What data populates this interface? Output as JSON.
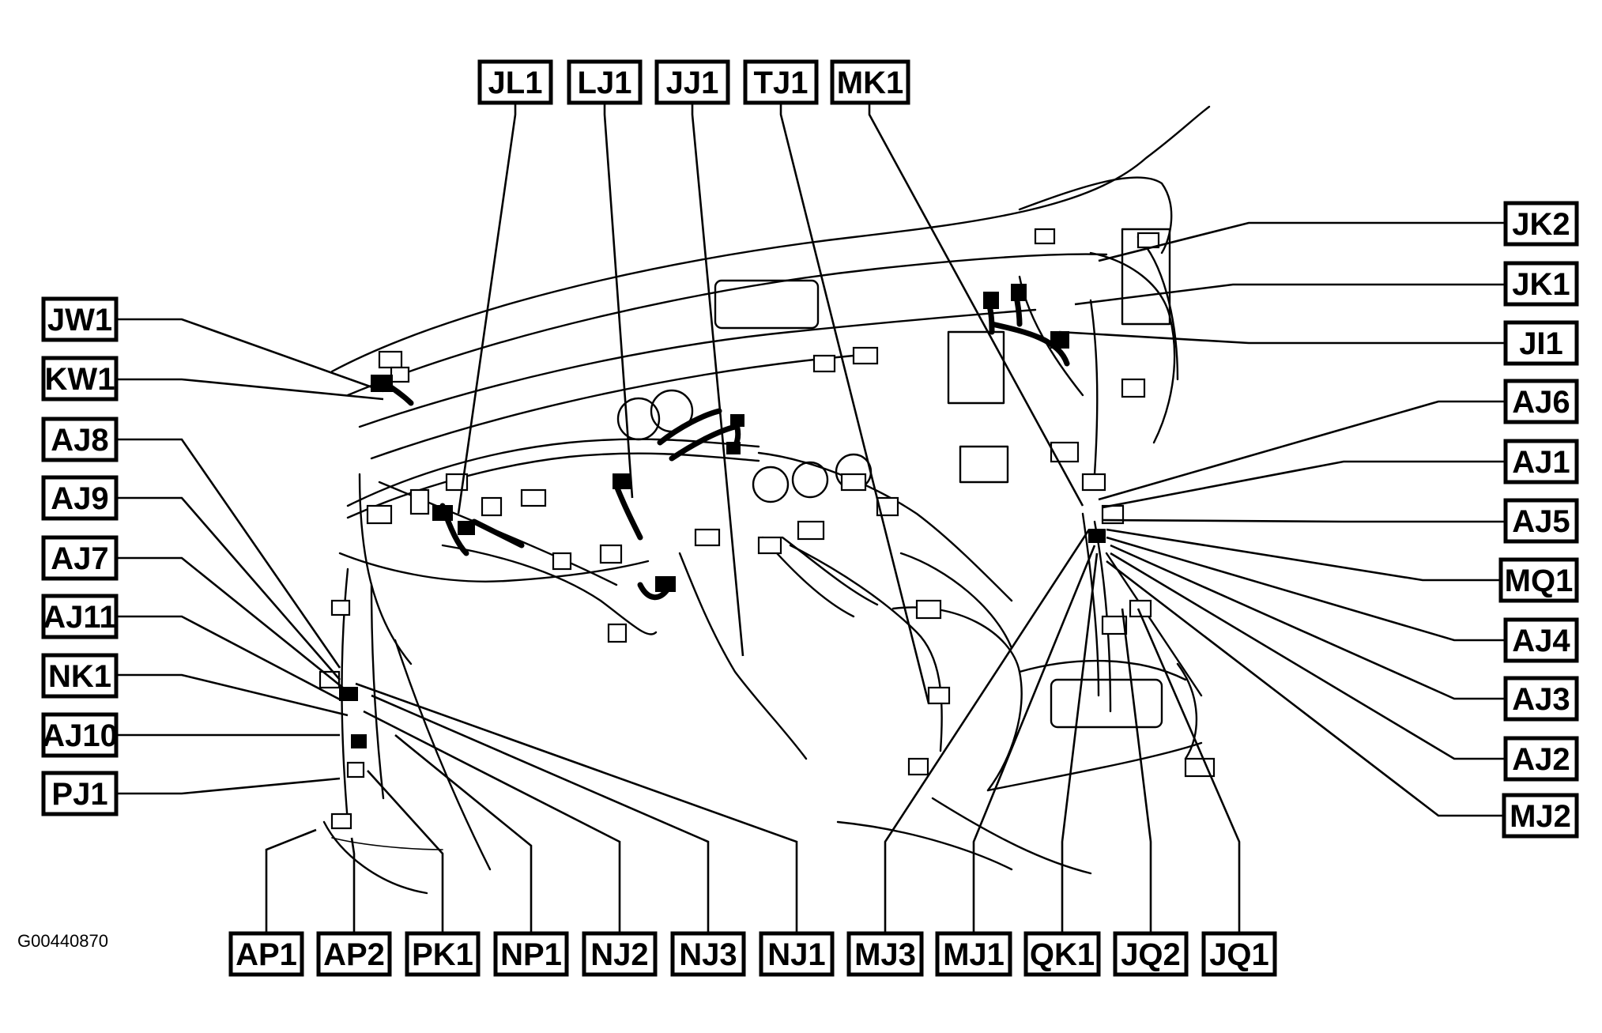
{
  "figure_id": "G00440870",
  "labels": {
    "JL1": "JL1",
    "LJ1": "LJ1",
    "JJ1": "JJ1",
    "TJ1": "TJ1",
    "MK1": "MK1",
    "JK2": "JK2",
    "JK1": "JK1",
    "JI1": "JI1",
    "AJ6": "AJ6",
    "AJ1": "AJ1",
    "AJ5": "AJ5",
    "MQ1": "MQ1",
    "AJ4": "AJ4",
    "AJ3": "AJ3",
    "AJ2": "AJ2",
    "MJ2": "MJ2",
    "JW1": "JW1",
    "KW1": "KW1",
    "AJ8": "AJ8",
    "AJ9": "AJ9",
    "AJ7": "AJ7",
    "AJ11": "AJ11",
    "NK1": "NK1",
    "AJ10": "AJ10",
    "PJ1": "PJ1",
    "AP1": "AP1",
    "AP2": "AP2",
    "PK1": "PK1",
    "NP1": "NP1",
    "NJ2": "NJ2",
    "NJ3": "NJ3",
    "NJ1": "NJ1",
    "MJ3": "MJ3",
    "MJ1": "MJ1",
    "QK1": "QK1",
    "JQ2": "JQ2",
    "JQ1": "JQ1"
  }
}
